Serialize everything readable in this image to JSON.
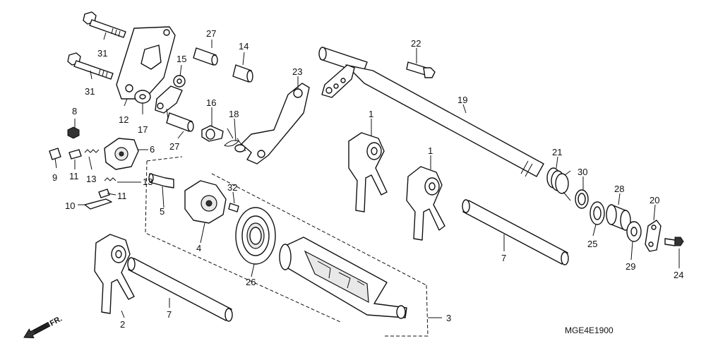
{
  "diagram": {
    "catalog_code": "MGE4E1900",
    "direction_label": "FR.",
    "callouts": [
      {
        "id": "c31a",
        "text": "31"
      },
      {
        "id": "c31b",
        "text": "31"
      },
      {
        "id": "c27a",
        "text": "27"
      },
      {
        "id": "c14",
        "text": "14"
      },
      {
        "id": "c15",
        "text": "15"
      },
      {
        "id": "c8",
        "text": "8"
      },
      {
        "id": "c12",
        "text": "12"
      },
      {
        "id": "c17",
        "text": "17"
      },
      {
        "id": "c6",
        "text": "6"
      },
      {
        "id": "c9",
        "text": "9"
      },
      {
        "id": "c11a",
        "text": "11"
      },
      {
        "id": "c13a",
        "text": "13"
      },
      {
        "id": "c13b",
        "text": "13"
      },
      {
        "id": "c11b",
        "text": "11"
      },
      {
        "id": "c10",
        "text": "10"
      },
      {
        "id": "c5",
        "text": "5"
      },
      {
        "id": "c4",
        "text": "4"
      },
      {
        "id": "c32",
        "text": "32"
      },
      {
        "id": "c26",
        "text": "26"
      },
      {
        "id": "c16",
        "text": "16"
      },
      {
        "id": "c18",
        "text": "18"
      },
      {
        "id": "c27b",
        "text": "27"
      },
      {
        "id": "c23",
        "text": "23"
      },
      {
        "id": "c22",
        "text": "22"
      },
      {
        "id": "c19",
        "text": "19"
      },
      {
        "id": "c1a",
        "text": "1"
      },
      {
        "id": "c1b",
        "text": "1"
      },
      {
        "id": "c21",
        "text": "21"
      },
      {
        "id": "c30",
        "text": "30"
      },
      {
        "id": "c28",
        "text": "28"
      },
      {
        "id": "c20",
        "text": "20"
      },
      {
        "id": "c25",
        "text": "25"
      },
      {
        "id": "c29",
        "text": "29"
      },
      {
        "id": "c24",
        "text": "24"
      },
      {
        "id": "c7a",
        "text": "7"
      },
      {
        "id": "c7b",
        "text": "7"
      },
      {
        "id": "c2",
        "text": "2"
      },
      {
        "id": "c3",
        "text": "3"
      }
    ]
  }
}
